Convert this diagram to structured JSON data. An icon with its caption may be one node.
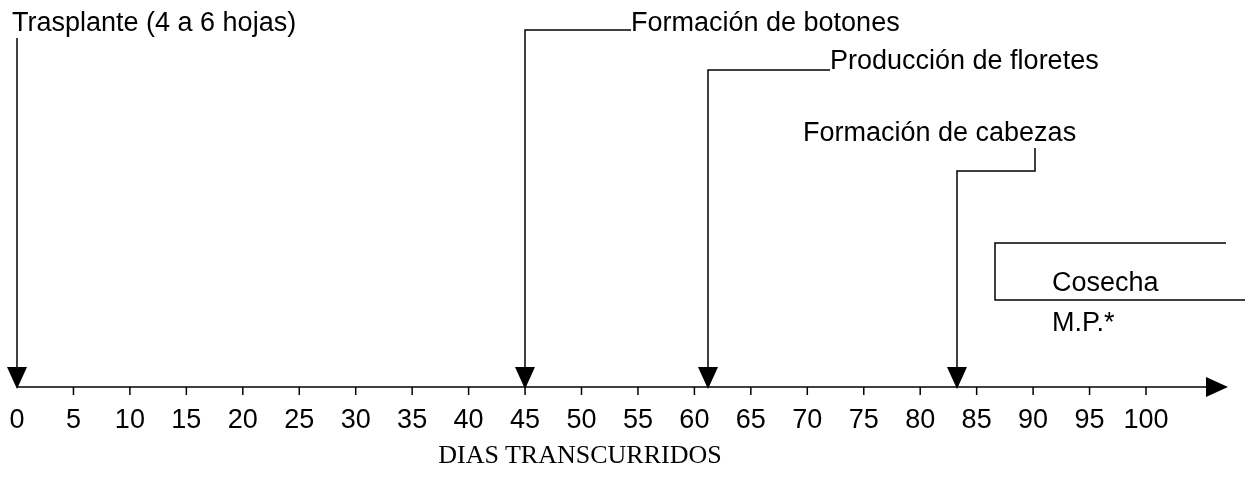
{
  "diagram": {
    "nodes": [
      {
        "text": [
          "Trasplante (4 a 6 hojas)"
        ]
      },
      {
        "text": [
          "Formación de botones"
        ]
      },
      {
        "text": [
          "Producción de floretes"
        ]
      },
      {
        "text": [
          "Formación de cabezas"
        ]
      },
      {
        "text": [
          "Cosecha M.P.*"
        ]
      },
      {
        "text": [],
        "shape": "line"
      }
    ],
    "edges": [
      {
        "from": 0,
        "to": 5,
        "arrow": "to"
      },
      {
        "from": 1,
        "to": 5,
        "arrow": "to"
      },
      {
        "from": 2,
        "to": 5,
        "arrow": "to"
      },
      {
        "from": 3,
        "to": 5,
        "arrow": "to"
      }
    ],
    "labels": [
      "0",
      "5",
      "10",
      "15",
      "20",
      "25",
      "30",
      "35",
      "40",
      "45",
      "50",
      "55",
      "60",
      "65",
      "70",
      "75",
      "80",
      "85",
      "90",
      "95",
      "100",
      "DIAS TRANSCURRIDOS"
    ]
  }
}
